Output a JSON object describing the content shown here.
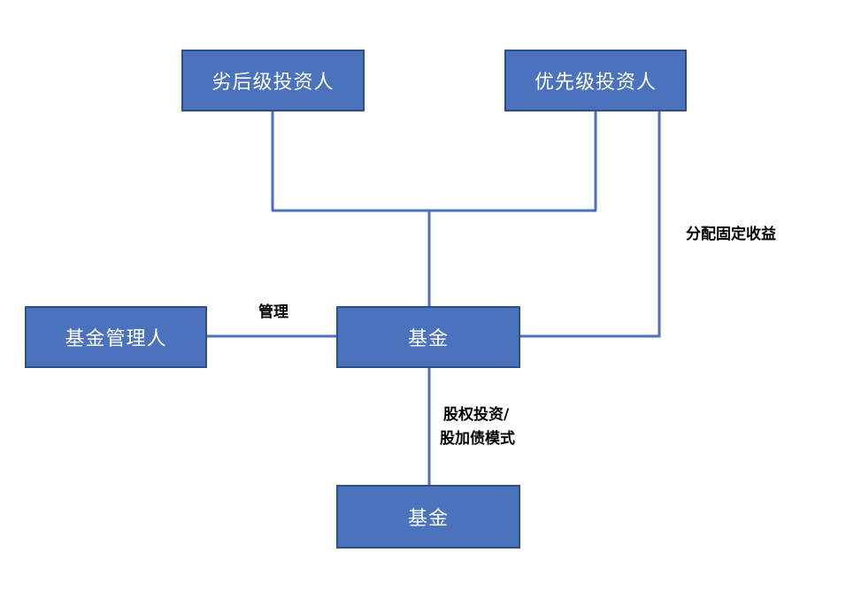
{
  "nodes": {
    "subordinate_investor": "劣后级投资人",
    "senior_investor": "优先级投资人",
    "fund_manager": "基金管理人",
    "fund_main": "基金",
    "fund_target": "基金"
  },
  "edges": {
    "manage": "管理",
    "distribute_fixed_income": "分配固定收益",
    "investment_mode_line1": "股权投资/",
    "investment_mode_line2": "股加债模式"
  },
  "colors": {
    "box_fill": "#4a72bd",
    "box_border": "#2f4f87",
    "connector": "#4a72bd",
    "box_text": "#ffffff",
    "label_text": "#000000"
  }
}
